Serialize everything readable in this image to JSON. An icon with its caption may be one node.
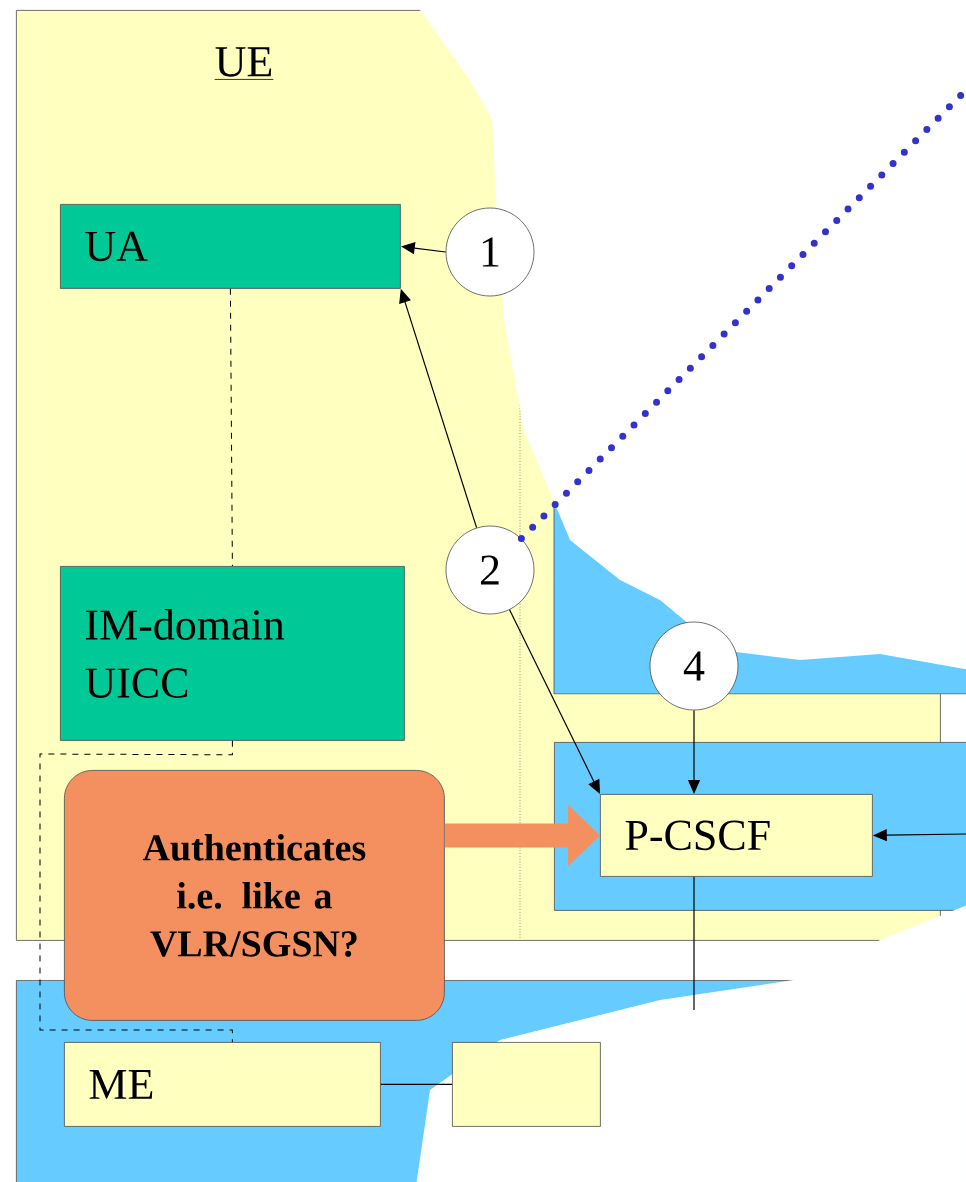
{
  "diagram": {
    "nodes": [
      {
        "text": [
          "UE"
        ]
      },
      {
        "text": [
          "UA"
        ],
        "in": 0
      },
      {
        "text": [
          "1"
        ],
        "in": 0
      },
      {
        "text": [
          "2"
        ],
        "in": 0
      },
      {
        "text": [
          "IM-domain UICC"
        ],
        "in": 0
      },
      {
        "text": [
          "4"
        ],
        "in": 0
      },
      {
        "text": [],
        "shape": "box",
        "in": 0
      },
      {
        "text": [
          "P-CSCF"
        ],
        "in": 6
      },
      {
        "text": [
          "Authenticates i.e. like a VLR/SGSN?"
        ]
      },
      {
        "text": [],
        "shape": "box"
      },
      {
        "text": [
          "ME"
        ],
        "in": 9
      },
      {
        "text": [],
        "shape": "box",
        "in": 9
      }
    ],
    "edges": [
      {
        "from": 2,
        "to": 1,
        "arrow": "to"
      },
      {
        "from": 3,
        "to": 1,
        "arrow": "to"
      },
      {
        "from": 3,
        "to": 7,
        "arrow": "to"
      },
      {
        "from": 5,
        "to": 7,
        "arrow": "to"
      },
      {
        "from": 1,
        "to": 4,
        "arrow": "none",
        "style": "dashed"
      },
      {
        "from": 4,
        "to": 10,
        "arrow": "none",
        "style": "dashed"
      },
      {
        "from": 8,
        "to": 7,
        "arrow": "to",
        "style": "thick",
        "color": "#f4905f"
      },
      {
        "from": null,
        "to": 7,
        "arrow": "to"
      },
      {
        "from": 7,
        "to": null,
        "arrow": "none"
      },
      {
        "from": 10,
        "to": 11,
        "arrow": "none"
      },
      {
        "from": 3,
        "to": null,
        "arrow": "none",
        "style": "dashed",
        "color": "#3333cc"
      }
    ]
  }
}
